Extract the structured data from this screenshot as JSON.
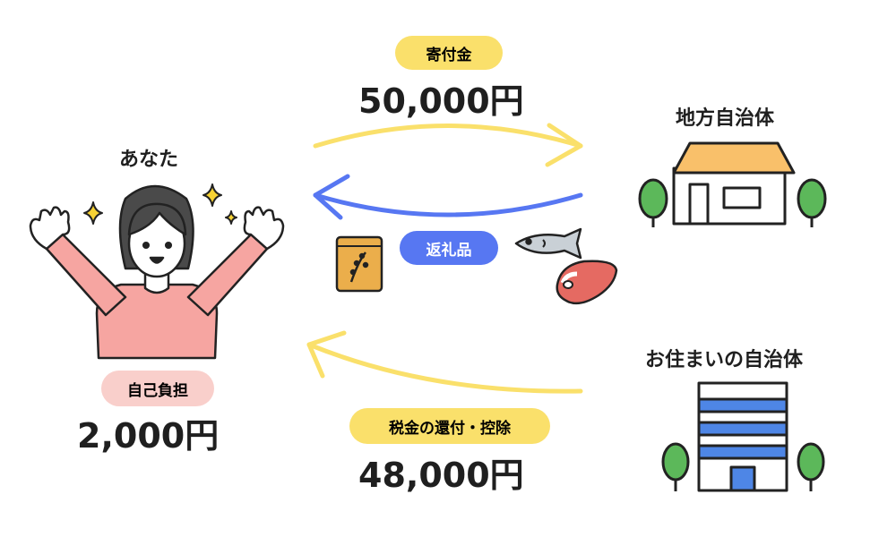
{
  "person": {
    "label": "あなた"
  },
  "self_pay": {
    "pill": "自己負担",
    "amount": "2,000円"
  },
  "donation": {
    "pill": "寄付金",
    "amount": "50,000円"
  },
  "gift": {
    "pill": "返礼品"
  },
  "tax": {
    "pill": "税金の還付・控除",
    "amount": "48,000円"
  },
  "local_gov": {
    "label": "地方自治体"
  },
  "home_gov": {
    "label": "お住まいの自治体"
  },
  "colors": {
    "yellow": "#FAE06B",
    "blue": "#5777F2",
    "pink_pill": "#F9CFCB",
    "roof": "#F9C06A",
    "building_stripe": "#4E86E6",
    "tree": "#5CB85A",
    "sweater": "#F6A5A1"
  },
  "icons": [
    "sparkle-icon",
    "rice-bag-icon",
    "fish-icon",
    "meat-icon",
    "tree-icon",
    "house-icon",
    "building-icon"
  ]
}
